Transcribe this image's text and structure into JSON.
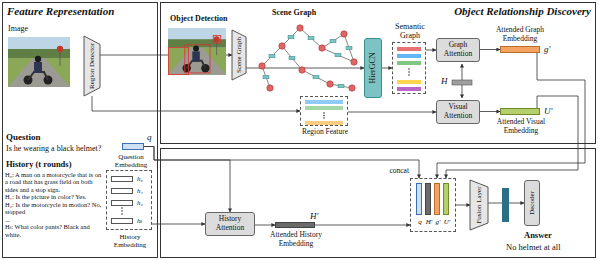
{
  "diagram": {
    "nodes": [
      {
        "text": [
          "Feature Representation"
        ]
      },
      {
        "text": [
          "Region Detector"
        ],
        "in": 0
      },
      {
        "text": [
          "Question Embedding"
        ],
        "in": 0
      },
      {
        "text": [
          "History Embedding"
        ],
        "in": 0
      },
      {
        "text": [
          "h₀"
        ],
        "in": 3
      },
      {
        "text": [
          "h₁"
        ],
        "in": 3
      },
      {
        "text": [
          "h₂"
        ],
        "in": 3
      },
      {
        "text": [
          "hₜ"
        ],
        "in": 3
      },
      {
        "text": [
          "Object Relationship Discovery"
        ]
      },
      {
        "text": [
          "Scene Graph"
        ],
        "in": 8
      },
      {
        "text": [
          "HierGCN"
        ],
        "in": 8
      },
      {
        "text": [
          "Semantic Graph"
        ],
        "in": 8
      },
      {
        "text": [
          "Graph Attention"
        ],
        "in": 8
      },
      {
        "text": [
          "Attended Graph Embedding",
          "g′"
        ],
        "in": 8
      },
      {
        "text": [
          "Region Feature"
        ],
        "in": 8
      },
      {
        "text": [
          "Visual Attention"
        ],
        "in": 8
      },
      {
        "text": [
          "Attended Visual Embedding",
          "U′"
        ],
        "in": 8
      },
      {
        "text": [
          "History Attention"
        ]
      },
      {
        "text": [
          "Attended History Embedding",
          "H′"
        ]
      },
      {
        "text": [
          "concat"
        ]
      },
      {
        "text": [
          "q"
        ],
        "in": 19
      },
      {
        "text": [
          "H′"
        ],
        "in": 19
      },
      {
        "text": [
          "g′"
        ],
        "in": 19
      },
      {
        "text": [
          "U′"
        ],
        "in": 19
      },
      {
        "text": [
          "Fusion Layer"
        ]
      },
      {
        "text": [
          "Decoder"
        ]
      }
    ],
    "edges": [
      {
        "from": 1,
        "to": 9,
        "arrow": "to"
      },
      {
        "from": 9,
        "to": 10,
        "arrow": "to"
      },
      {
        "from": 10,
        "to": 11,
        "arrow": "to"
      },
      {
        "from": 11,
        "to": 12,
        "arrow": "to"
      },
      {
        "from": 12,
        "to": 13,
        "arrow": "to"
      },
      {
        "from": 1,
        "to": 14,
        "arrow": "to"
      },
      {
        "from": 14,
        "to": 15,
        "arrow": "to"
      },
      {
        "from": 15,
        "to": 16,
        "arrow": "to"
      },
      {
        "from": 2,
        "to": 17,
        "arrow": "to"
      },
      {
        "from": 3,
        "to": 17,
        "arrow": "to"
      },
      {
        "from": 17,
        "to": 18,
        "arrow": "to"
      },
      {
        "from": 2,
        "to": 19,
        "arrow": "to"
      },
      {
        "from": 18,
        "to": 19,
        "arrow": "to"
      },
      {
        "from": 13,
        "to": 19,
        "arrow": "to"
      },
      {
        "from": 16,
        "to": 19,
        "arrow": "to"
      },
      {
        "from": 19,
        "to": 24,
        "arrow": "to"
      },
      {
        "from": 24,
        "to": 25,
        "arrow": "to"
      }
    ],
    "labels": [
      "Image",
      "Question",
      "Is he wearing a black helmet?",
      "q",
      "History (t rounds)",
      "H₀: A man on a motorcycle that is on a road that has grass field on both sides and a stop sign.",
      "H₁: Is the picture in color? Yes.",
      "H₂: Is the motorcycle in motion? No, stopped",
      "...",
      "Hₜ: What color pants? Black and white.",
      "Object Detection",
      "Scene Graph",
      "H",
      "Answer",
      "No helmet at all"
    ]
  }
}
